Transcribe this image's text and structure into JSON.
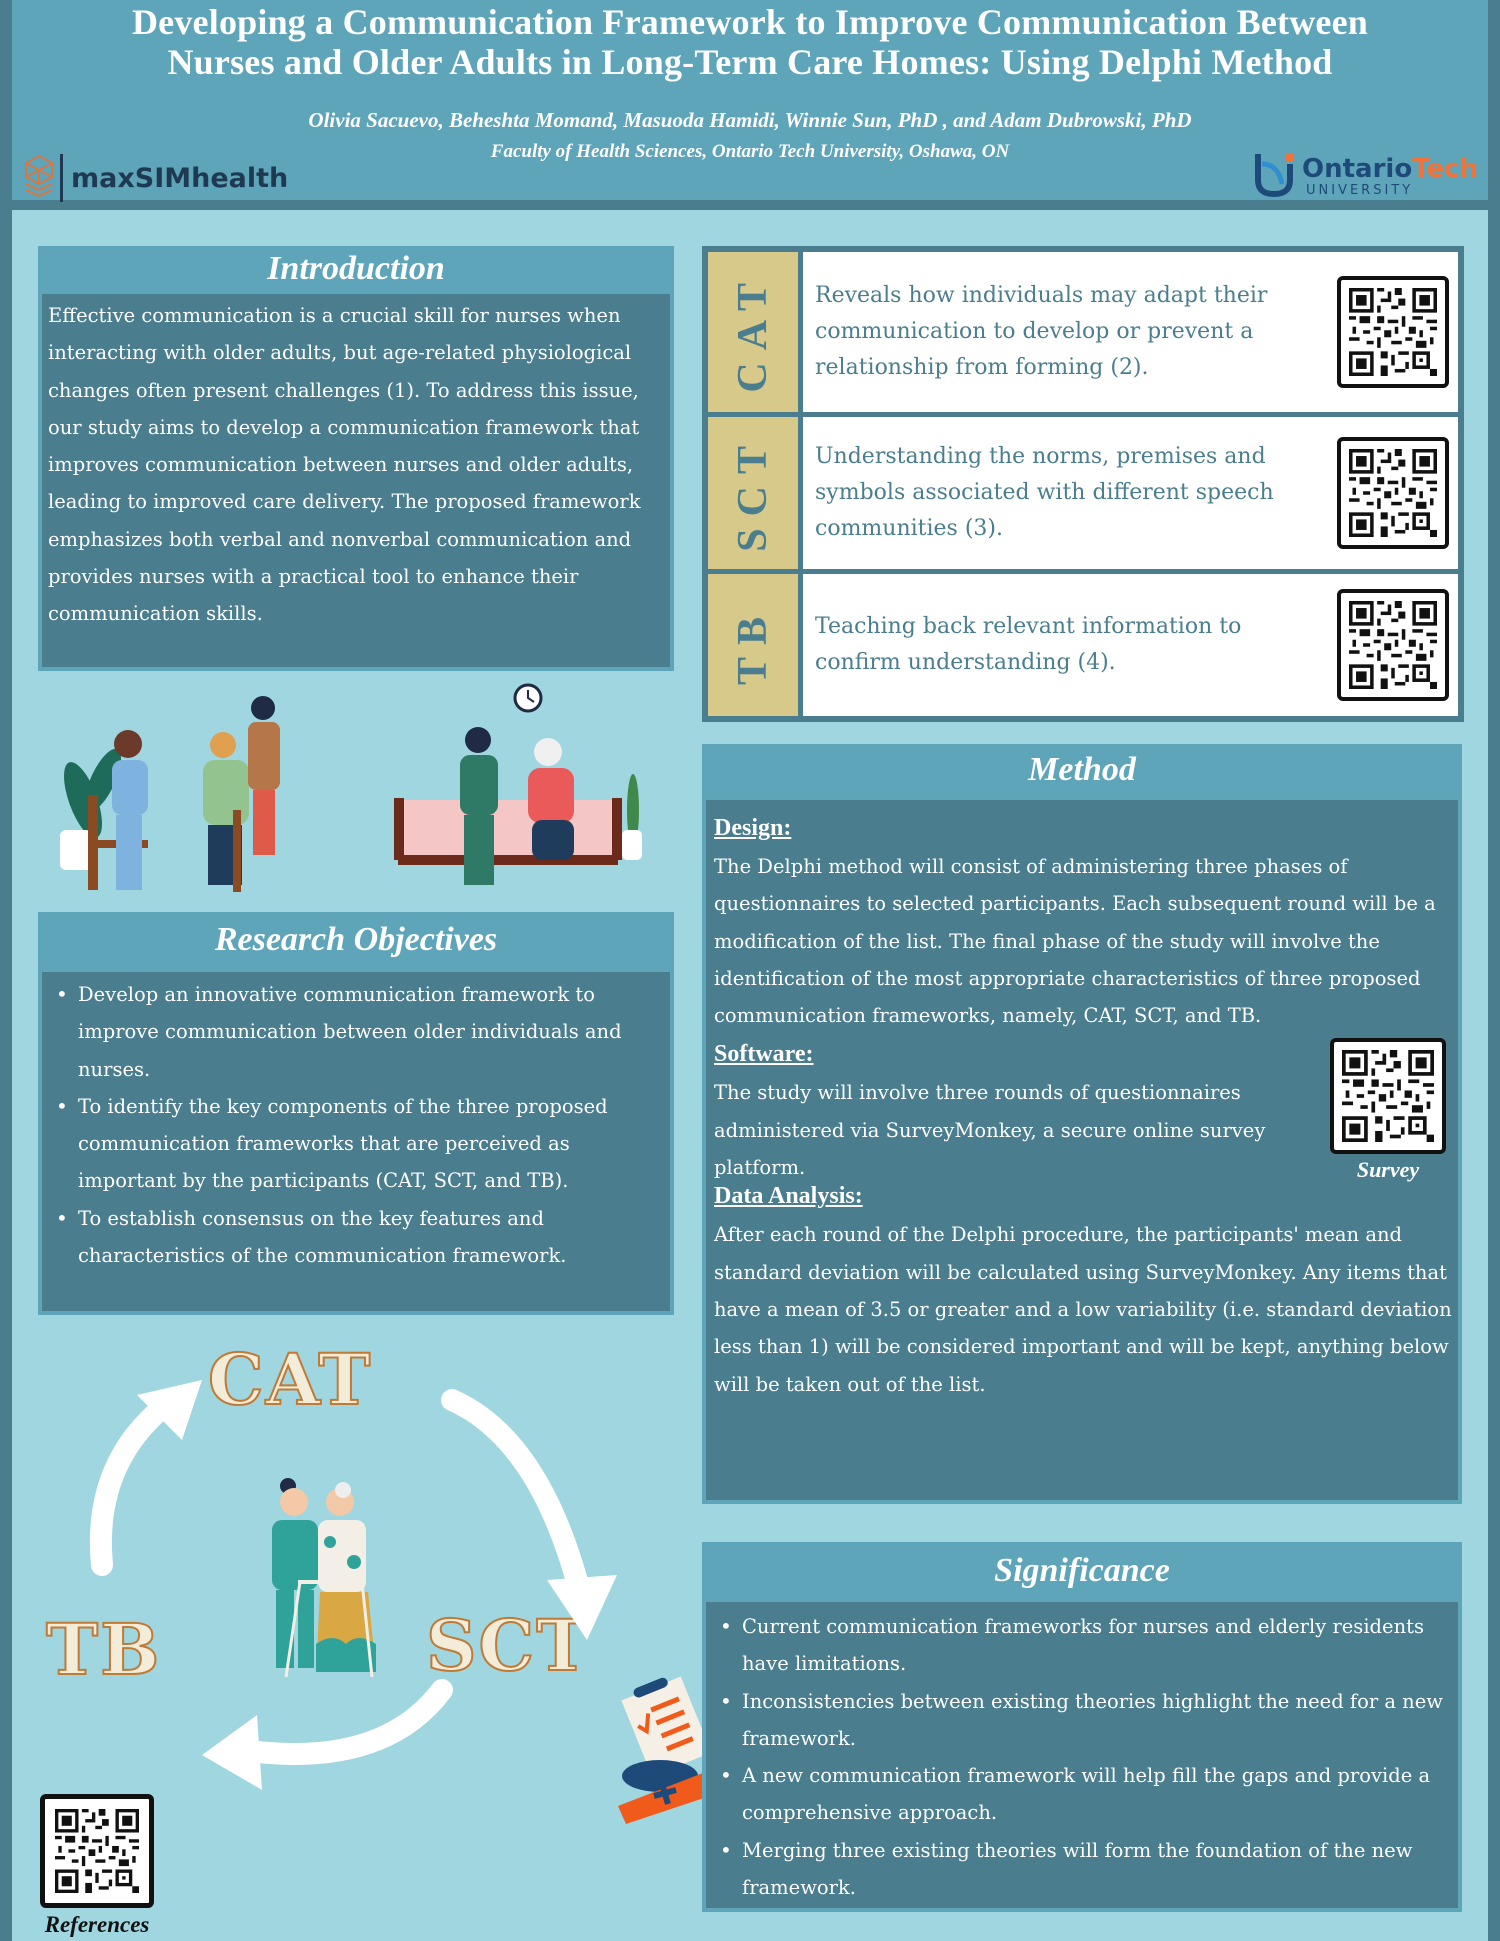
{
  "header": {
    "title_line1": "Developing a Communication Framework to Improve Communication Between",
    "title_line2": "Nurses and Older Adults in Long-Term Care Homes: Using Delphi Method",
    "authors": "Olivia Sacuevo, Beheshta Momand, Masuoda Hamidi, Winnie Sun, PhD , and Adam Dubrowski, PhD",
    "affiliation": "Faculty of Health Sciences, Ontario Tech University, Oshawa, ON",
    "logo_left": "maxSIMhealth",
    "logo_right_ontario": "Ontario",
    "logo_right_tech": "Tech",
    "logo_right_sub": "UNIVERSITY"
  },
  "colors": {
    "frame": "#4a7d8e",
    "header_bg": "#5fa5b9",
    "canvas_bg": "#9fd6e0",
    "panel_body": "#4a7d8e",
    "tag_gold": "#d6c98a",
    "accent_orange": "#f2733a"
  },
  "introduction": {
    "heading": "Introduction",
    "body": "Effective communication is a crucial skill for nurses when interacting with older adults, but age-related physiological changes often present challenges (1). To address this issue, our study aims to develop a communication framework that improves communication between nurses and older adults, leading to improved care delivery. The proposed framework emphasizes both verbal and nonverbal communication and provides nurses with a practical tool to enhance their communication skills."
  },
  "frameworks": [
    {
      "tag": "CAT",
      "text": "Reveals how individuals may adapt their communication to develop or prevent a relationship from forming (2)."
    },
    {
      "tag": "SCT",
      "text": "Understanding the norms, premises and symbols associated with different speech communities (3)."
    },
    {
      "tag": "TB",
      "text": "Teaching back relevant information to confirm understanding (4)."
    }
  ],
  "objectives": {
    "heading": "Research Objectives",
    "items": [
      "Develop an innovative communication framework to improve communication between older individuals and nurses.",
      "To identify the key components of the three proposed communication frameworks that are perceived as important by the participants (CAT, SCT, and TB).",
      "To establish consensus on the key features and characteristics of the communication framework."
    ]
  },
  "method": {
    "heading": "Method",
    "design_label": "Design:",
    "design_text": "The Delphi method will consist of administering three phases of questionnaires to selected participants. Each subsequent round will be a modification of the list. The final phase of the study will involve the identification of the most appropriate characteristics of three proposed communication frameworks, namely, CAT, SCT, and TB.",
    "software_label": "Software:",
    "software_text": "The study will involve three rounds of questionnaires administered via SurveyMonkey, a secure online survey platform.",
    "survey_qr_caption": "Survey",
    "analysis_label": "Data Analysis:",
    "analysis_text": "After each round of the Delphi procedure, the participants' mean and standard deviation will be calculated using SurveyMonkey. Any items that have a mean of 3.5 or greater and a low variability (i.e. standard deviation less than 1) will be considered important and will be kept, anything below will be taken out of the list."
  },
  "cycle": {
    "top": "CAT",
    "right": "SCT",
    "left": "TB"
  },
  "references": {
    "caption": "References"
  },
  "significance": {
    "heading": "Significance",
    "items": [
      "Current communication frameworks for nurses and elderly residents have limitations.",
      "Inconsistencies between existing theories highlight the need for a new framework.",
      "A new communication framework will help fill the gaps and provide a comprehensive approach.",
      "Merging three existing theories will form the foundation of the new framework."
    ]
  }
}
